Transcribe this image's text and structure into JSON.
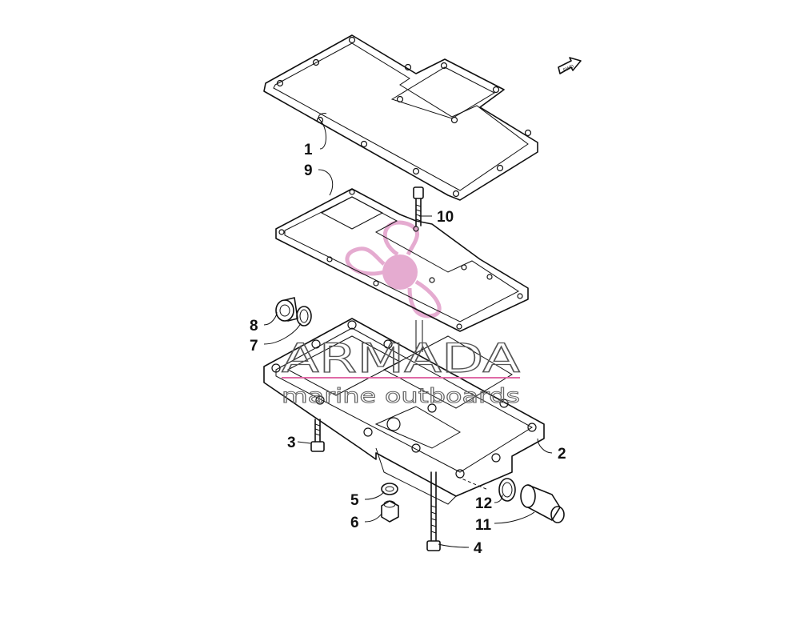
{
  "diagram": {
    "parts": [
      {
        "id": "callout-1",
        "label": "1"
      },
      {
        "id": "callout-2",
        "label": "2"
      },
      {
        "id": "callout-3",
        "label": "3"
      },
      {
        "id": "callout-4",
        "label": "4"
      },
      {
        "id": "callout-5",
        "label": "5"
      },
      {
        "id": "callout-6",
        "label": "6"
      },
      {
        "id": "callout-7",
        "label": "7"
      },
      {
        "id": "callout-8",
        "label": "8"
      },
      {
        "id": "callout-9",
        "label": "9"
      },
      {
        "id": "callout-10",
        "label": "10"
      },
      {
        "id": "callout-11",
        "label": "11"
      },
      {
        "id": "callout-12",
        "label": "12"
      }
    ],
    "fwd_label": "FWD"
  },
  "watermark": {
    "brand": "ARMADA",
    "tagline": "marine outboards",
    "colors": {
      "logo": "#e3a3cc",
      "rule": "#e06aa6",
      "text": "#555555"
    }
  }
}
